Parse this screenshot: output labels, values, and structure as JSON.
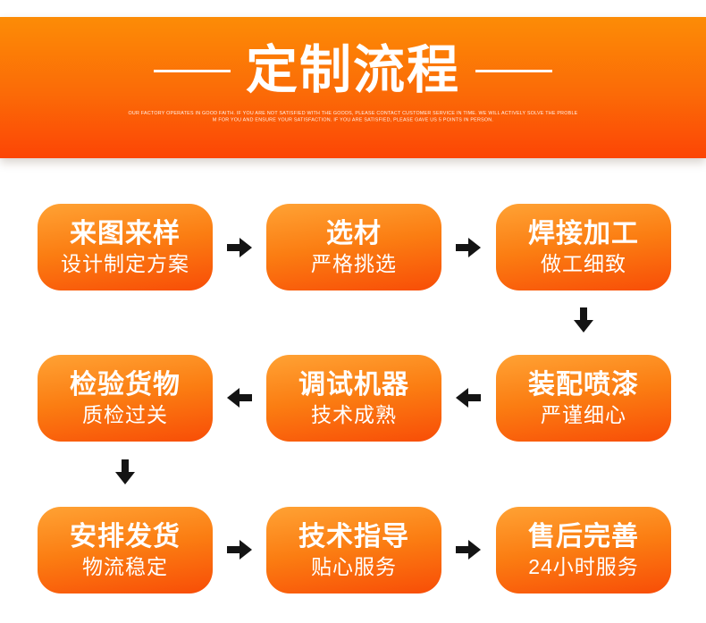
{
  "banner": {
    "title": "定制流程",
    "tagline_line1": "OUR FACTORY OPERATES IN GOOD FAITH. IF YOU ARE NOT SATISFIED WITH THE GOODS, PLEASE CONTACT CUSTOMER SERVICE IN TIME. WE WILL ACTIVELY SOLVE THE PROBLE",
    "tagline_line2": "M FOR YOU AND ENSURE YOUR SATISFACTION. IF YOU ARE SATISFIED, PLEASE GAVE US 5 POINTS IN PERSON.",
    "colors": {
      "gradient_top": "#fc8c06",
      "gradient_bottom": "#fc4505",
      "text": "#ffffff"
    }
  },
  "flow": {
    "colors": {
      "box_gradient_top": "#ffa234",
      "box_gradient_bottom": "#f84d07",
      "arrow": "#141414",
      "text": "#ffffff"
    },
    "rows": [
      [
        {
          "title": "来图来样",
          "subtitle": "设计制定方案"
        },
        {
          "title": "选材",
          "subtitle": "严格挑选"
        },
        {
          "title": "焊接加工",
          "subtitle": "做工细致"
        }
      ],
      [
        {
          "title": "检验货物",
          "subtitle": "质检过关"
        },
        {
          "title": "调试机器",
          "subtitle": "技术成熟"
        },
        {
          "title": "装配喷漆",
          "subtitle": "严谨细心"
        }
      ],
      [
        {
          "title": "安排发货",
          "subtitle": "物流稳定"
        },
        {
          "title": "技术指导",
          "subtitle": "贴心服务"
        },
        {
          "title": "售后完善",
          "subtitle": "24小时服务"
        }
      ]
    ]
  }
}
